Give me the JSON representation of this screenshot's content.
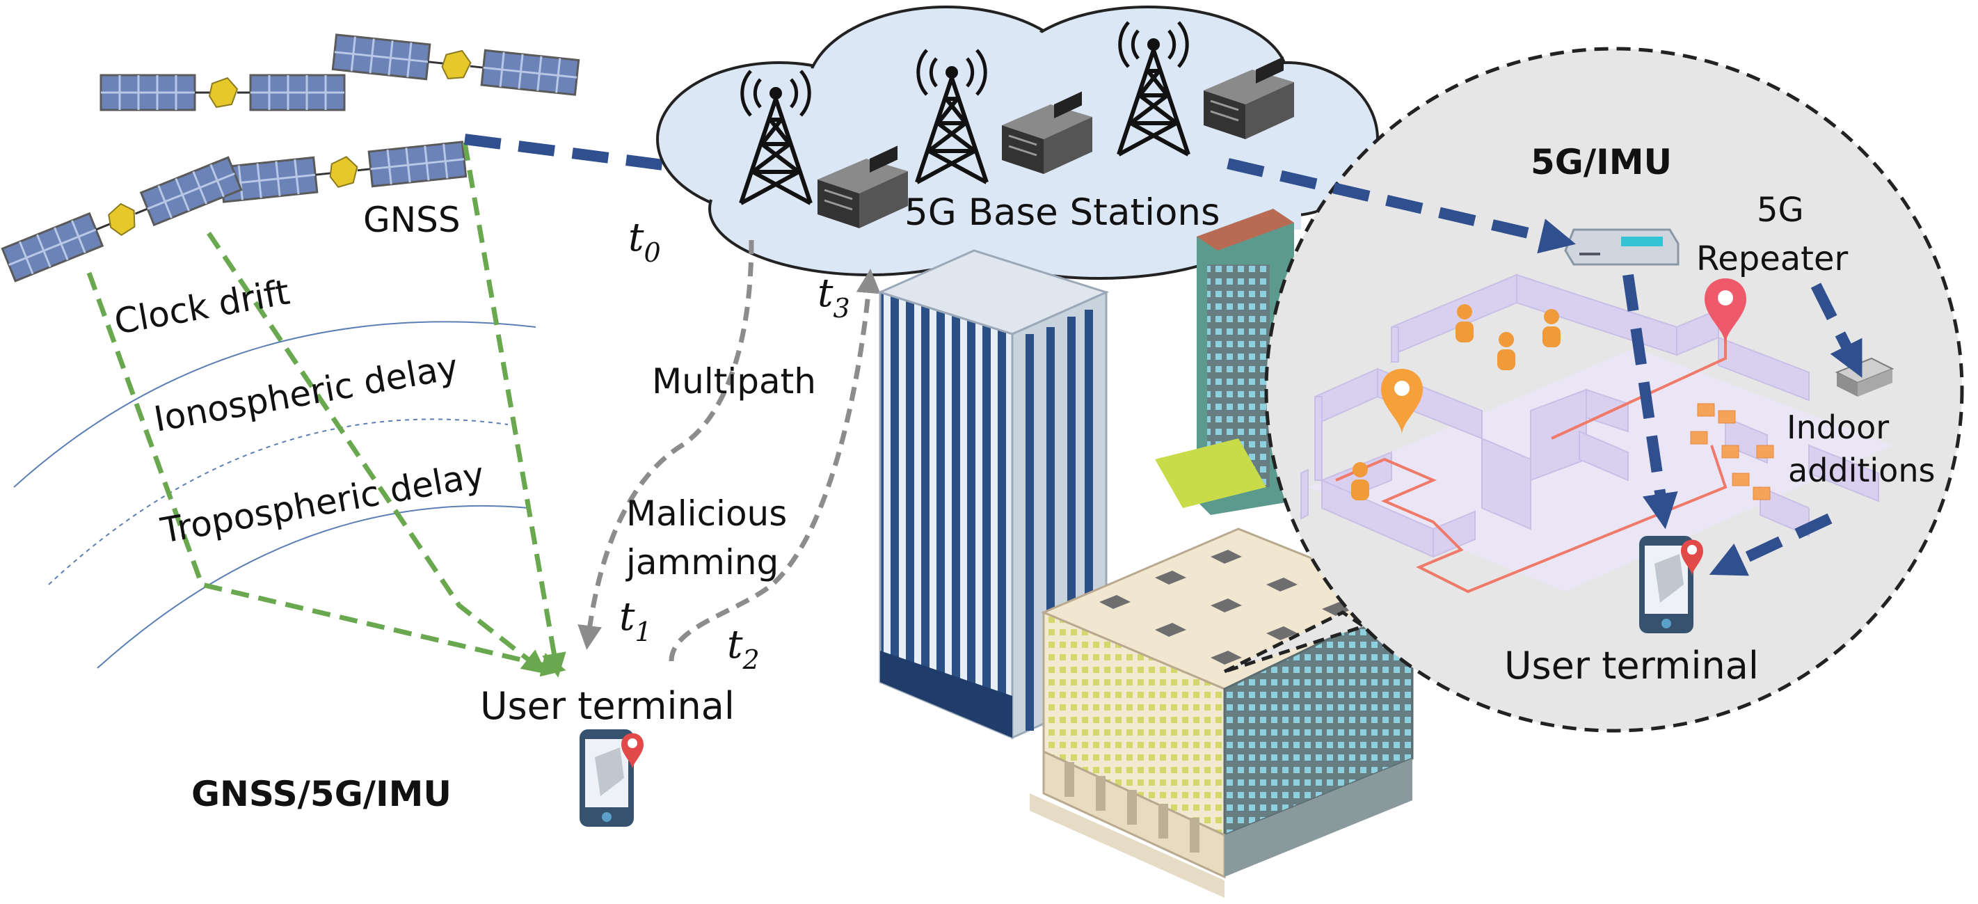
{
  "labels": {
    "gnss": "GNSS",
    "base_stations": "5G Base Stations",
    "clock_drift": "Clock drift",
    "ionospheric": "Ionospheric delay",
    "tropospheric": "Tropospheric delay",
    "multipath": "Multipath",
    "malicious_1": "Malicious",
    "malicious_2": "jamming",
    "user_terminal_left": "User terminal",
    "gnss_5g_imu": "GNSS/5G/IMU",
    "five_g_imu": "5G/IMU",
    "repeater_1": "5G",
    "repeater_2": "Repeater",
    "indoor_1": "Indoor",
    "indoor_2": "additions",
    "user_terminal_right": "User terminal"
  },
  "time_marks": {
    "t0": {
      "base": "t",
      "sub": "0"
    },
    "t1": {
      "base": "t",
      "sub": "1"
    },
    "t2": {
      "base": "t",
      "sub": "2"
    },
    "t3": {
      "base": "t",
      "sub": "3"
    }
  },
  "colors": {
    "gnss_path": "#6aa84f",
    "fiveg_arrow": "#2f4f8f",
    "multipath_path": "#8c8c8c",
    "cloud_fill": "#dce7f5",
    "inset_fill": "#e6e6e6",
    "satellite_panel": "#6c83b8"
  }
}
